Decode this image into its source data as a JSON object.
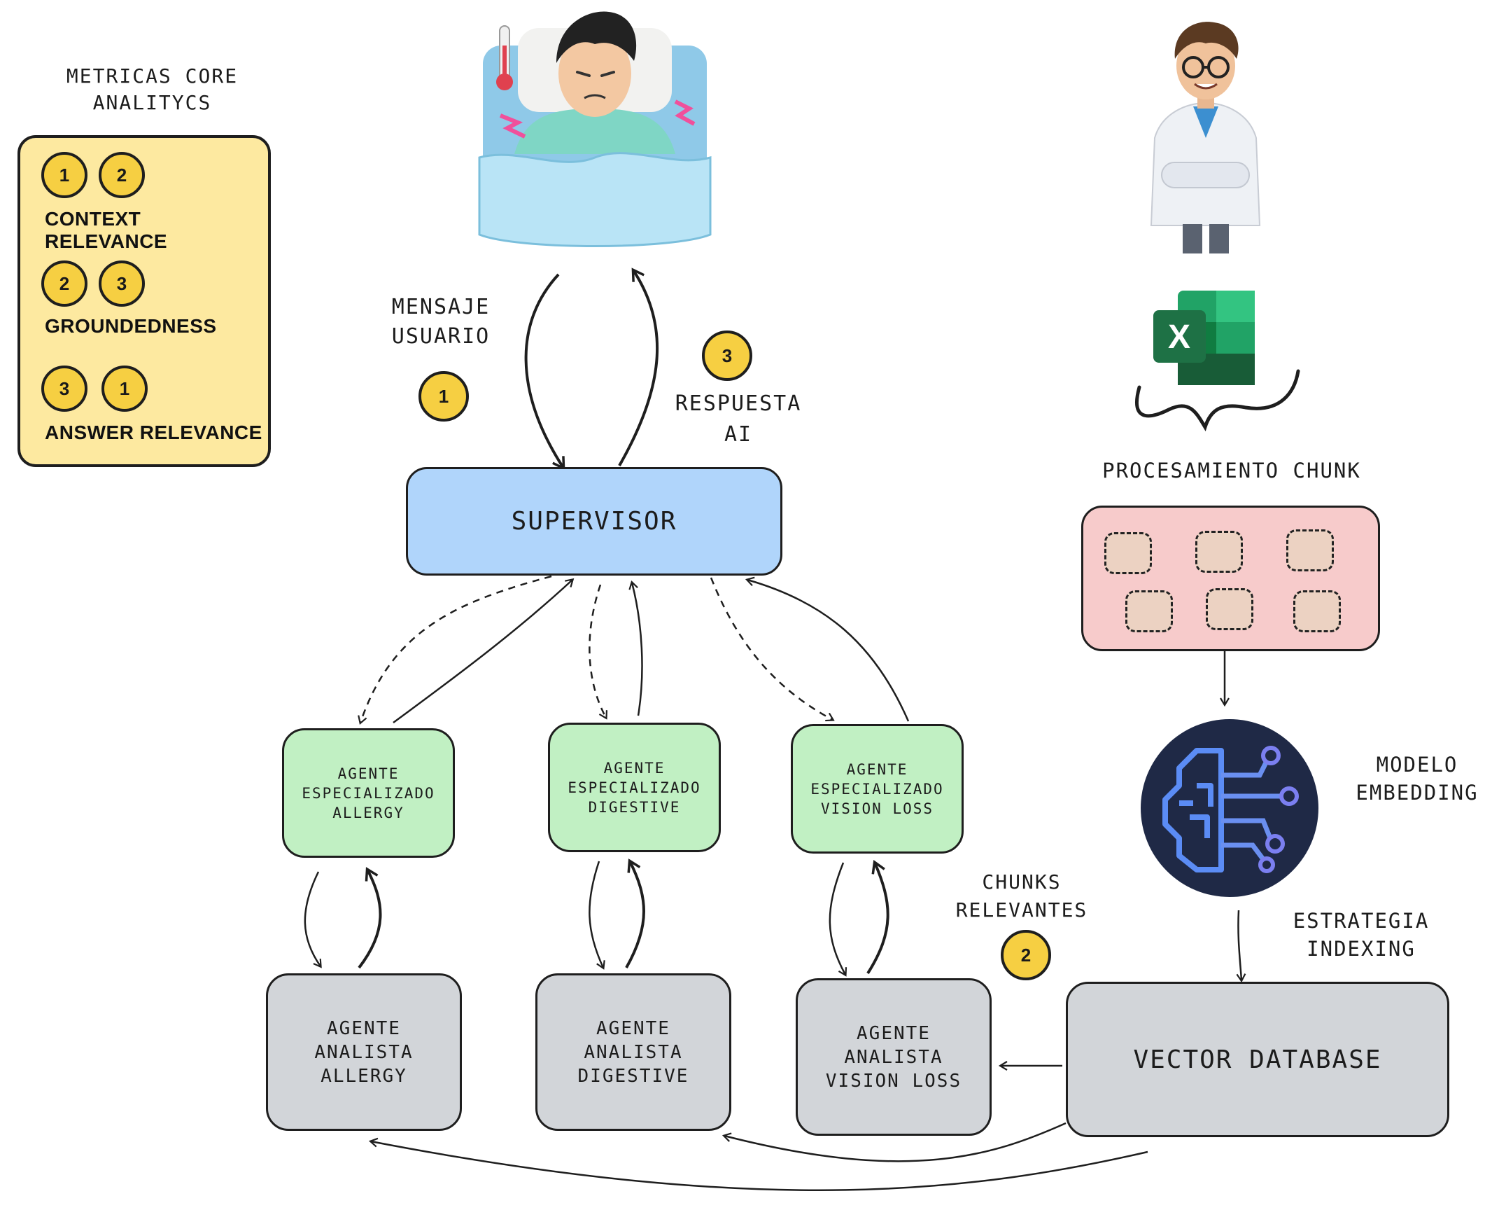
{
  "metrics": {
    "title": "METRICAS CORE\nANALITYCS",
    "items": [
      {
        "badges": [
          "1",
          "2"
        ],
        "label": "CONTEXT RELEVANCE"
      },
      {
        "badges": [
          "2",
          "3"
        ],
        "label": "GROUNDEDNESS"
      },
      {
        "badges": [
          "3",
          "1"
        ],
        "label": "ANSWER RELEVANCE"
      }
    ]
  },
  "flow": {
    "user_message": "MENSAJE\nUSUARIO",
    "user_message_step": "1",
    "ai_response": "RESPUESTA\nAI",
    "ai_response_step": "3",
    "supervisor": "SUPERVISOR",
    "chunks_label": "CHUNKS\nRELEVANTES",
    "chunks_step": "2"
  },
  "specialists": [
    {
      "label": "AGENTE\nESPECIALIZADO\nALLERGY"
    },
    {
      "label": "AGENTE\nESPECIALIZADO\nDIGESTIVE"
    },
    {
      "label": "AGENTE\nESPECIALIZADO\nVISION LOSS"
    }
  ],
  "analysts": [
    {
      "label": "AGENTE\nANALISTA\nALLERGY"
    },
    {
      "label": "AGENTE\nANALISTA\nDIGESTIVE"
    },
    {
      "label": "AGENTE\nANALISTA\nVISION LOSS"
    }
  ],
  "pipeline": {
    "chunk_processing": "PROCESAMIENTO CHUNK",
    "embedding_model": "MODELO\nEMBEDDING",
    "indexing_strategy": "ESTRATEGIA\nINDEXING",
    "vector_db": "VECTOR DATABASE",
    "spreadsheet_letter": "X"
  },
  "colors": {
    "badge": "#f6cf42",
    "metrics_panel": "#fde9a0",
    "supervisor": "#b0d5fb",
    "specialist": "#c1f0c3",
    "analyst": "#d2d5d9",
    "chunk_panel": "#f7cbcb",
    "embedding_bg": "#1f2946",
    "excel_green": "#1e7145"
  },
  "icons": [
    "patient-in-bed-illustration",
    "doctor-avatar-illustration",
    "excel-icon",
    "brain-circuit-icon"
  ]
}
